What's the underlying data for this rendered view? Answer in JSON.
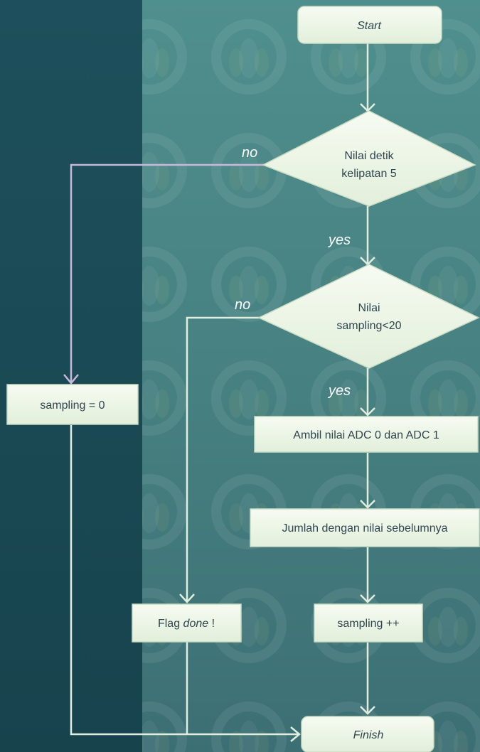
{
  "nodes": {
    "start": "Start",
    "decision_1": [
      "Nilai detik",
      "kelipatan 5"
    ],
    "decision_2": [
      "Nilai",
      "sampling<20"
    ],
    "reset": "sampling = 0",
    "read_adc": "Ambil nilai ADC 0 dan ADC 1",
    "sum": "Jumlah dengan nilai sebelumnya",
    "increment": "sampling ++",
    "flag_prefix": "Flag ",
    "flag_word": "done",
    "flag_suffix": " !",
    "finish": "Finish"
  },
  "edge_labels": {
    "d1_no": "no",
    "d1_yes": "yes",
    "d2_no": "no",
    "d2_yes": "yes"
  },
  "colors": {
    "left_panel": "#1d505c",
    "right_panel": "#4f8f8d",
    "node_fill": "#eef6e8",
    "node_stroke": "#c9dcc4",
    "connector": "#dfeede",
    "connector_no1": "#c9b7dc",
    "text": "#2f4550",
    "label": "#ffffff"
  }
}
